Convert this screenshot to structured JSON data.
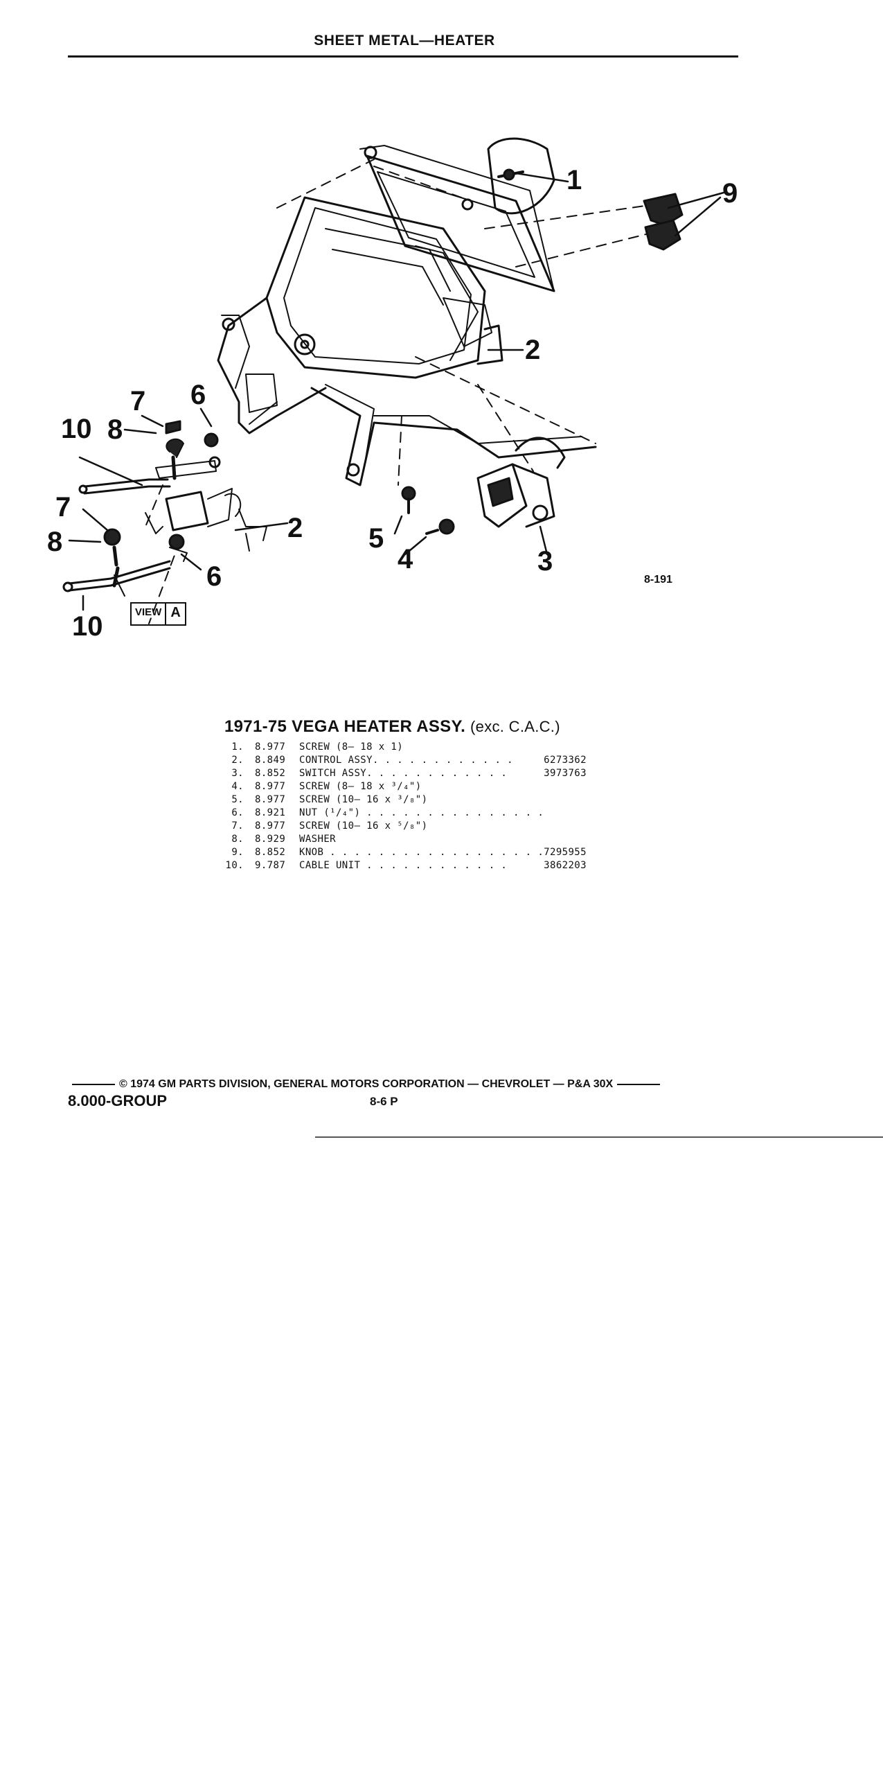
{
  "header": {
    "title": "SHEET METAL—HEATER"
  },
  "figure": {
    "code": "8-191",
    "view_label": {
      "prefix": "VIEW",
      "letter": "A"
    },
    "callouts": {
      "c1": "1",
      "c2": "2",
      "c2b": "2",
      "c3": "3",
      "c4": "4",
      "c5": "5",
      "c6a": "6",
      "c6b": "6",
      "c7a": "7",
      "c7b": "7",
      "c8a": "8",
      "c8b": "8",
      "c9": "9",
      "c10a": "10",
      "c10b": "10"
    }
  },
  "parts_table": {
    "title": "1971-75 VEGA HEATER ASSY.",
    "title_note": "(exc. C.A.C.)",
    "rows": [
      {
        "no": "1.",
        "group": "8.977",
        "desc": "SCREW (8— 18 x 1)",
        "part": ""
      },
      {
        "no": "2.",
        "group": "8.849",
        "desc": "CONTROL ASSY. . . . . . . . . . . .",
        "part": "6273362"
      },
      {
        "no": "3.",
        "group": "8.852",
        "desc": "SWITCH ASSY. . . . . . . . . . . .",
        "part": "3973763"
      },
      {
        "no": "4.",
        "group": "8.977",
        "desc": "SCREW (8— 18 x ³/₄\")",
        "part": ""
      },
      {
        "no": "5.",
        "group": "8.977",
        "desc": "SCREW (10— 16 x ³/₈\")",
        "part": ""
      },
      {
        "no": "6.",
        "group": "8.921",
        "desc": "NUT (¹/₄\") . . . . . . . . . . . . . . .",
        "part": ""
      },
      {
        "no": "7.",
        "group": "8.977",
        "desc": "SCREW (10— 16 x ⁵/₈\")",
        "part": ""
      },
      {
        "no": "8.",
        "group": "8.929",
        "desc": "WASHER",
        "part": ""
      },
      {
        "no": "9.",
        "group": "8.852",
        "desc": "KNOB . . . . . . . . . . . . . . . . . .",
        "part": "7295955"
      },
      {
        "no": "10.",
        "group": "9.787",
        "desc": "CABLE UNIT . . . . . . . . . . . .",
        "part": "3862203"
      }
    ]
  },
  "footer": {
    "copyright": "© 1974 GM PARTS DIVISION, GENERAL MOTORS CORPORATION — CHEVROLET — P&A 30X",
    "group": "8.000-GROUP",
    "page": "8-6 P"
  }
}
